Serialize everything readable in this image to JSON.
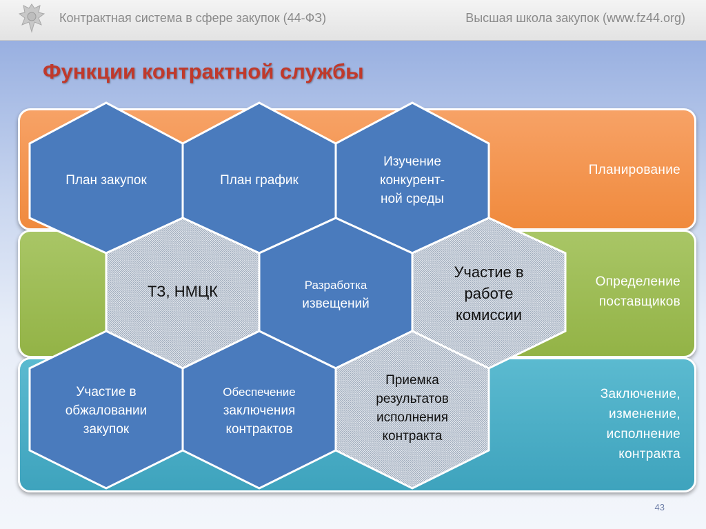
{
  "header": {
    "left_text": "Контрактная система в сфере закупок (44-ФЗ)",
    "right_text": "Высшая школа закупок (www.fz44.org)"
  },
  "title": "Функции контрактной службы",
  "bands": [
    {
      "label_lines": [
        "Планирование"
      ],
      "color": "#f08a3d"
    },
    {
      "label_lines": [
        "Определение",
        "поставщиков"
      ],
      "color": "#93b346"
    },
    {
      "label_lines": [
        "Заключение,",
        "изменение,",
        "исполнение",
        "контракта"
      ],
      "color": "#3ea3bd"
    }
  ],
  "hexagons": {
    "plan_zakupok": [
      "План закупок"
    ],
    "plan_grafik": [
      "План график"
    ],
    "izuchenie": [
      "Изучение",
      "конкурент-",
      "ной среды"
    ],
    "tz_nmck": [
      "ТЗ, НМЦК"
    ],
    "razrabotka": [
      "Разработка",
      "извещений"
    ],
    "komissiya": [
      "Участие в",
      "работе",
      "комиссии"
    ],
    "obzhalovanie": [
      "Участие в",
      "обжаловании",
      "закупок"
    ],
    "obespechenie": [
      "Обеспечение",
      "заключения",
      "контрактов"
    ],
    "priemka": [
      "Приемка",
      "результатов",
      "исполнения",
      "контракта"
    ]
  },
  "colors": {
    "hex_blue": "#4a7bbd",
    "hex_pattern": "#cfd6e0",
    "title": "#c0392b"
  },
  "page_number": "43"
}
